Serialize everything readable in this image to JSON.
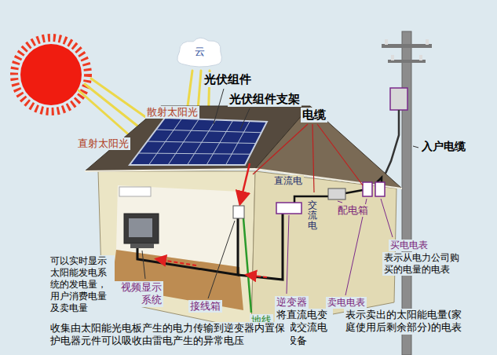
{
  "diagram": {
    "nodes": [
      {
        "text": [
          "云"
        ]
      }
    ],
    "labels": [
      "光伏组件",
      "光伏组件支架",
      "散射太阳光",
      "直射太阳光",
      "电缆",
      "入户电缆",
      "直流电",
      "交流电",
      "配电箱",
      "买电电表",
      "表示从电力公司购买的电量的电表",
      "卖电电表",
      "表示卖出的太阳能电量(家庭使用后剩余部分)的电表",
      "可以实时显示太阳能发电系统的发电量，用户消费电量及卖电量",
      "视频显示系统",
      "接线箱",
      "逆变器",
      "将直流电变换成交流电的设备",
      "地线",
      "收集由太阳能光电板产生的电力传输到逆变器内置保护电器元件可以吸收由雷电产生的异常电压"
    ]
  }
}
